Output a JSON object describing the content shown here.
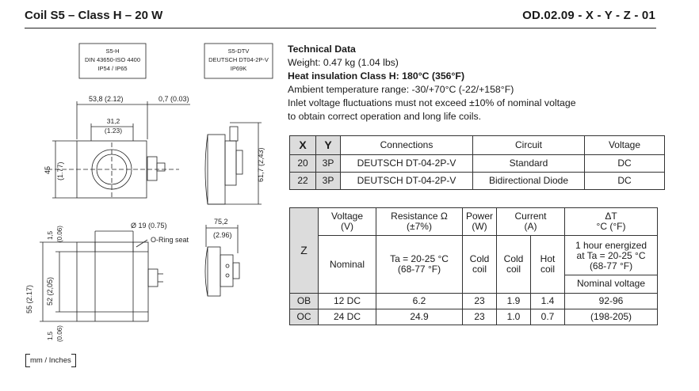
{
  "header": {
    "title": "Coil S5 – Class H – 20 W",
    "code": "OD.02.09 - X - Y - Z - 01"
  },
  "labels": {
    "box1": [
      "S5-H",
      "DIN 43650-ISO 4400",
      "IP54 / IP65"
    ],
    "box2": [
      "S5-DTV",
      "DEUTSCH DT04-2P-V",
      "IP69K"
    ],
    "dim_top_width": "53,8 (2.12)",
    "dim_top_offset": "0,7 (0.03)",
    "dim_bore_spacing_a": "31,2",
    "dim_bore_spacing_b": "(1.23)",
    "dim_height_45": "45",
    "dim_height_45_in": "(1.77)",
    "dim_side_height": "61,7 (2,43)",
    "dim_bore_dia": "Ø 19 (0.75)",
    "oring": "O-Ring seat",
    "dim_side_width_a": "75,2",
    "dim_side_width_b": "(2.96)",
    "dim_edge_top": "1,5",
    "dim_edge_top_in": "(0.06)",
    "dim_total_height": "55 (2.17)",
    "dim_inner_height": "52 (2,05)",
    "dim_edge_bottom": "1,5",
    "dim_edge_bottom_in": "(0.06)",
    "units": "mm / Inches"
  },
  "technical": {
    "heading": "Technical Data",
    "weight": "Weight: 0.47 kg (1.04 lbs)",
    "insulation": "Heat insulation Class H: 180°C (356°F)",
    "ambient": "Ambient temperature range: -30/+70°C (-22/+158°F)",
    "voltage_note_1": "Inlet voltage fluctuations must not exceed ±10% of nominal voltage",
    "voltage_note_2": "to obtain correct operation and long life coils."
  },
  "table1": {
    "headers": [
      "X",
      "Y",
      "Connections",
      "Circuit",
      "Voltage"
    ],
    "rows": [
      [
        "20",
        "3P",
        "DEUTSCH DT-04-2P-V",
        "Standard",
        "DC"
      ],
      [
        "22",
        "3P",
        "DEUTSCH DT-04-2P-V",
        "Bidirectional Diode",
        "DC"
      ]
    ]
  },
  "table2": {
    "z": "Z",
    "h_voltage": "Voltage",
    "h_voltage_u": "(V)",
    "h_resistance": "Resistance Ω",
    "h_resistance_u": "(±7%)",
    "h_power": "Power",
    "h_power_u": "(W)",
    "h_current": "Current",
    "h_current_u": "(A)",
    "h_dt": "ΔT",
    "h_dt_u": "°C (°F)",
    "s_nominal": "Nominal",
    "s_ta_1": "Ta = 20-25 °C",
    "s_ta_2": "(68-77 °F)",
    "s_cold_coil_1": "Cold",
    "s_cold_coil_2": "coil",
    "s_cold_cur_1": "Cold",
    "s_cold_cur_2": "coil",
    "s_hot_1": "Hot",
    "s_hot_2": "coil",
    "s_dt_1": "1 hour energized",
    "s_dt_2": "at Ta = 20-25 °C",
    "s_dt_3": "(68-77 °F)",
    "s_dt_nom": "Nominal voltage",
    "rows": [
      {
        "z": "OB",
        "voltage": "12 DC",
        "resistance": "6.2",
        "power": "23",
        "cold": "1.9",
        "hot": "1.4",
        "dt": "92-96"
      },
      {
        "z": "OC",
        "voltage": "24 DC",
        "resistance": "24.9",
        "power": "23",
        "cold": "1.0",
        "hot": "0.7",
        "dt": "(198-205)"
      }
    ]
  }
}
